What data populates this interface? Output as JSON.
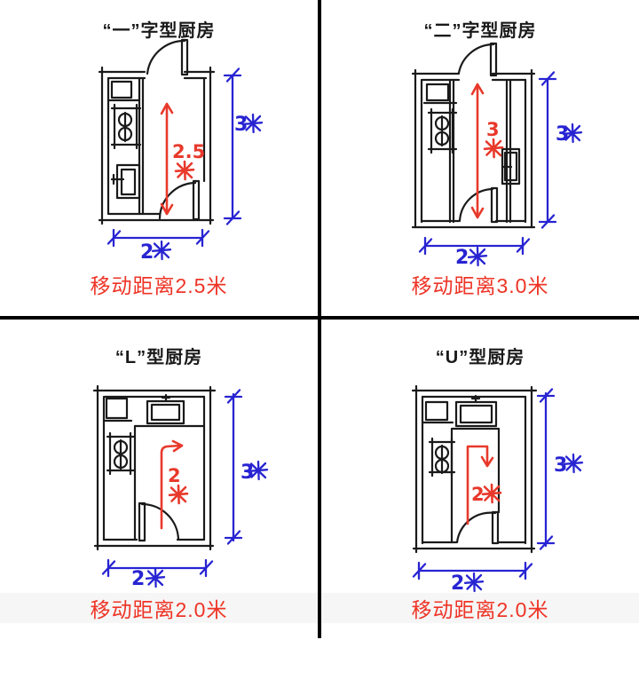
{
  "colors": {
    "ink": "#1a1a1a",
    "red": "#ee3426",
    "blue": "#2824d2"
  },
  "quadrants": [
    {
      "id": "one-line",
      "title": "“一”字型厨房",
      "caption": "移动距离2.5米",
      "move": {
        "value": "2.5",
        "unit": "米",
        "label": "2.5米"
      },
      "dims": {
        "height": {
          "value": "3",
          "unit": "米",
          "label": "3米"
        },
        "width": {
          "value": "2",
          "unit": "米",
          "label": "2米"
        }
      }
    },
    {
      "id": "two-line",
      "title": "“二”字型厨房",
      "caption": "移动距离3.0米",
      "move": {
        "value": "3",
        "unit": "米",
        "label": "3米"
      },
      "dims": {
        "height": {
          "value": "3",
          "unit": "米",
          "label": "3米"
        },
        "width": {
          "value": "2",
          "unit": "米",
          "label": "2米"
        }
      }
    },
    {
      "id": "l-shape",
      "title": "“L”型厨房",
      "caption": "移动距离2.0米",
      "move": {
        "value": "2",
        "unit": "米",
        "label": "2米"
      },
      "dims": {
        "height": {
          "value": "3",
          "unit": "米",
          "label": "3米"
        },
        "width": {
          "value": "2",
          "unit": "米",
          "label": "2米"
        }
      }
    },
    {
      "id": "u-shape",
      "title": "“U”型厨房",
      "caption": "移动距离2.0米",
      "move": {
        "value": "2",
        "unit": "米",
        "label": "2米"
      },
      "dims": {
        "height": {
          "value": "3",
          "unit": "米",
          "label": "3米"
        },
        "width": {
          "value": "2",
          "unit": "米",
          "label": "2米"
        }
      }
    }
  ]
}
